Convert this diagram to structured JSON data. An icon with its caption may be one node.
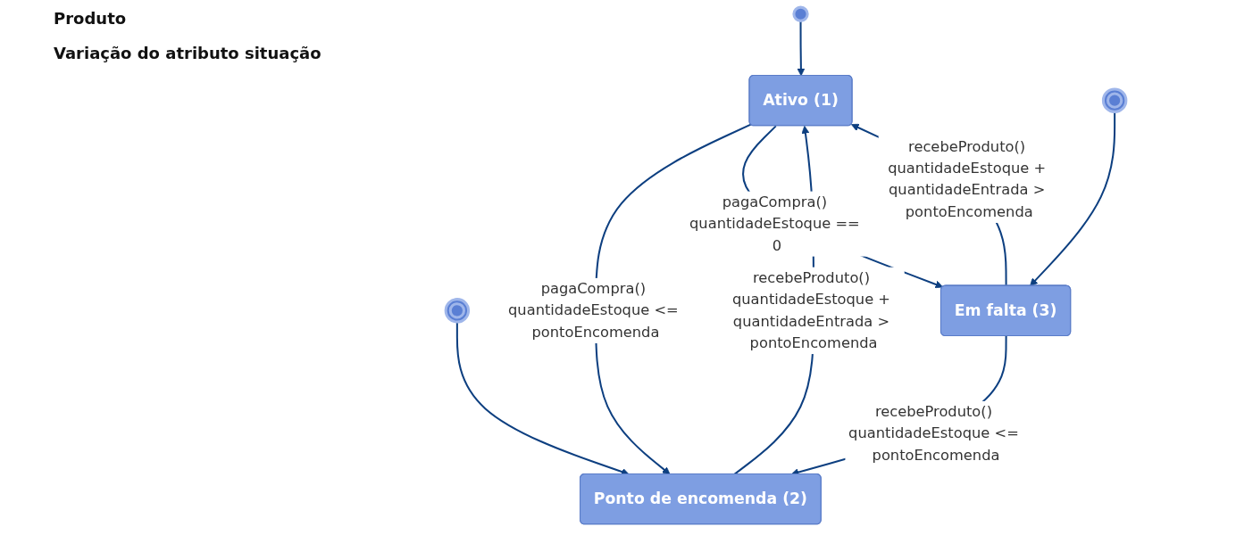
{
  "diagram": {
    "title": "Produto",
    "nodes": [
      {
        "text": [],
        "shape": "circle"
      },
      {
        "text": [
          "Ativo (1)"
        ]
      },
      {
        "text": [
          "Ponto de encomenda (2)"
        ]
      },
      {
        "text": [],
        "shape": "circle"
      },
      {
        "text": [
          "Em falta (3)"
        ]
      },
      {
        "text": [],
        "shape": "circle"
      }
    ],
    "edges": [
      {
        "from": 0,
        "to": 1,
        "arrow": "to"
      },
      {
        "from": 2,
        "to": 1,
        "arrow": "to",
        "label": "recebeProduto() quantidadeEstoque + quantidadeEntrada > pontoEncomenda"
      },
      {
        "from": 4,
        "to": 1,
        "arrow": "to",
        "label": "recebeProduto() quantidadeEstoque + quantidadeEntrada > pontoEncomenda"
      },
      {
        "from": 1,
        "to": 2,
        "arrow": "to",
        "label": "pagaCompra() quantidadeEstoque <= pontoEncomenda"
      },
      {
        "from": 1,
        "to": 4,
        "arrow": "to",
        "label": "pagaCompra() quantidadeEstoque == 0"
      },
      {
        "from": 4,
        "to": 2,
        "arrow": "to",
        "label": "recebeProduto() quantidadeEstoque <= pontoEncomenda"
      },
      {
        "from": 5,
        "to": 4,
        "arrow": "to"
      },
      {
        "from": 3,
        "to": 2,
        "arrow": "to"
      }
    ],
    "labels": [
      "Variação do atributo situação"
    ]
  }
}
